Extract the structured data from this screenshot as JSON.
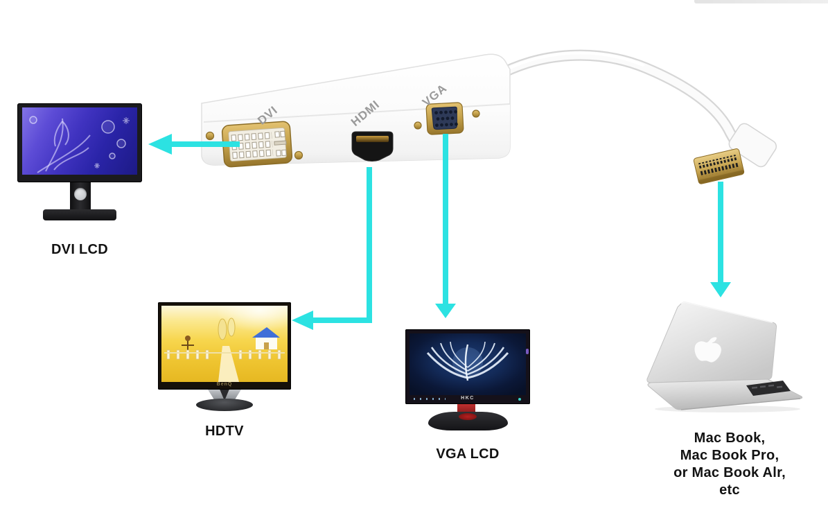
{
  "adapter": {
    "port_labels": {
      "dvi": "DVI",
      "hdmi": "HDMI",
      "vga": "VGA"
    }
  },
  "devices": {
    "dvi_lcd": {
      "label": "DVI LCD"
    },
    "hdtv": {
      "label": "HDTV",
      "brand": "BenQ"
    },
    "vga_lcd": {
      "label": "VGA LCD",
      "brand": "HKC"
    },
    "macbook": {
      "label_lines": [
        "Mac Book,",
        "Mac Book Pro,",
        "or Mac Book Alr,",
        "etc"
      ]
    }
  },
  "colors": {
    "arrow": "#2ce2e2",
    "gold": "#c9a44c",
    "adapter_body": "#ffffff",
    "label_text": "#121212"
  }
}
